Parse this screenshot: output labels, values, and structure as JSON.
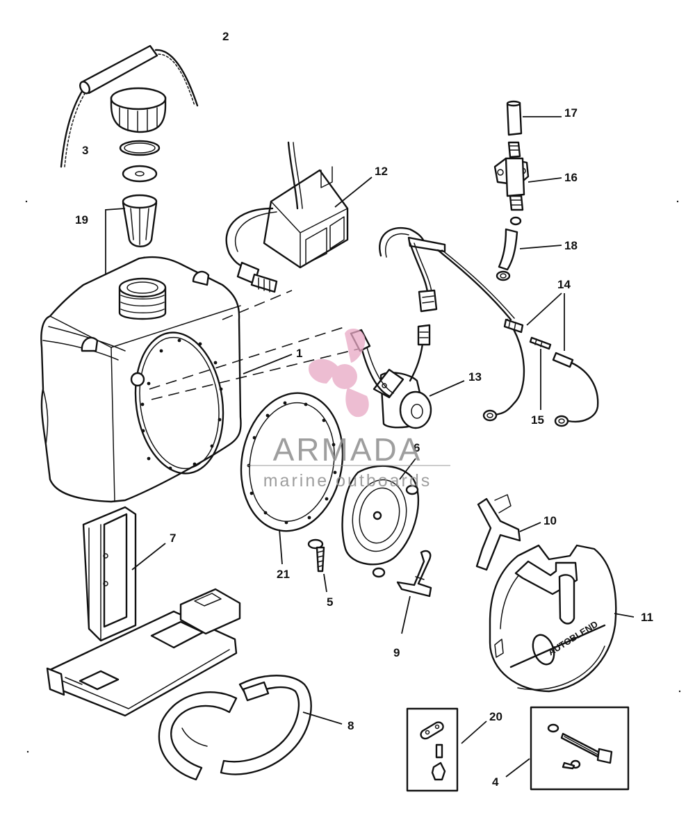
{
  "parts": [
    {
      "id": "1",
      "label": "1"
    },
    {
      "id": "2",
      "label": "2"
    },
    {
      "id": "3",
      "label": "3"
    },
    {
      "id": "4",
      "label": "4"
    },
    {
      "id": "5",
      "label": "5"
    },
    {
      "id": "6",
      "label": "6"
    },
    {
      "id": "7",
      "label": "7"
    },
    {
      "id": "8",
      "label": "8"
    },
    {
      "id": "9",
      "label": "9"
    },
    {
      "id": "10",
      "label": "10"
    },
    {
      "id": "11",
      "label": "11"
    },
    {
      "id": "12",
      "label": "12"
    },
    {
      "id": "13",
      "label": "13"
    },
    {
      "id": "14",
      "label": "14"
    },
    {
      "id": "15",
      "label": "15"
    },
    {
      "id": "16",
      "label": "16"
    },
    {
      "id": "17",
      "label": "17"
    },
    {
      "id": "18",
      "label": "18"
    },
    {
      "id": "19",
      "label": "19"
    },
    {
      "id": "20",
      "label": "20"
    },
    {
      "id": "21",
      "label": "21"
    }
  ],
  "cover_text": "AUTOBLEND",
  "watermark": {
    "brand": "ARMADA",
    "tagline": "marine outboards",
    "brand_color": "#e8a8c4"
  },
  "colors": {
    "line": "#111111",
    "background": "#ffffff",
    "watermark_text": "#8d8d8d"
  }
}
